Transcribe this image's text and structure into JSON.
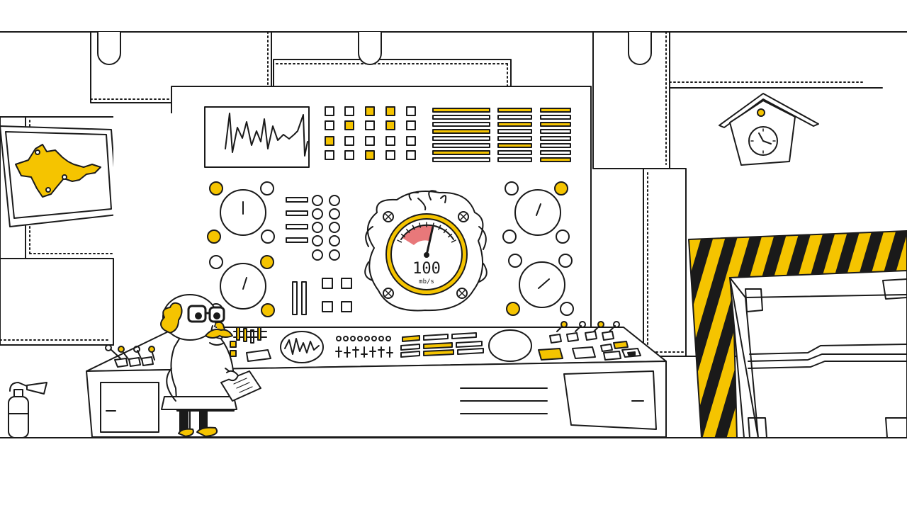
{
  "colors": {
    "line": "#1a1a1a",
    "accent_yellow": "#f5c400",
    "gauge_red": "#e8787a",
    "background": "#ffffff"
  },
  "gauge": {
    "value": "100",
    "unit": "mb/s",
    "needle_level_fraction": 0.6
  },
  "indicators": {
    "light_grid": [
      [
        false,
        false,
        true,
        true,
        false
      ],
      [
        false,
        true,
        false,
        true,
        false
      ],
      [
        true,
        false,
        false,
        false,
        false
      ],
      [
        false,
        false,
        true,
        false,
        false
      ]
    ]
  },
  "clock": {
    "hour_hand": "10",
    "minute_hand": "20"
  },
  "icons": [
    "map-icon",
    "cuckoo-clock-icon",
    "fire-extinguisher-icon",
    "scientist-character",
    "hazard-stripe-door"
  ]
}
